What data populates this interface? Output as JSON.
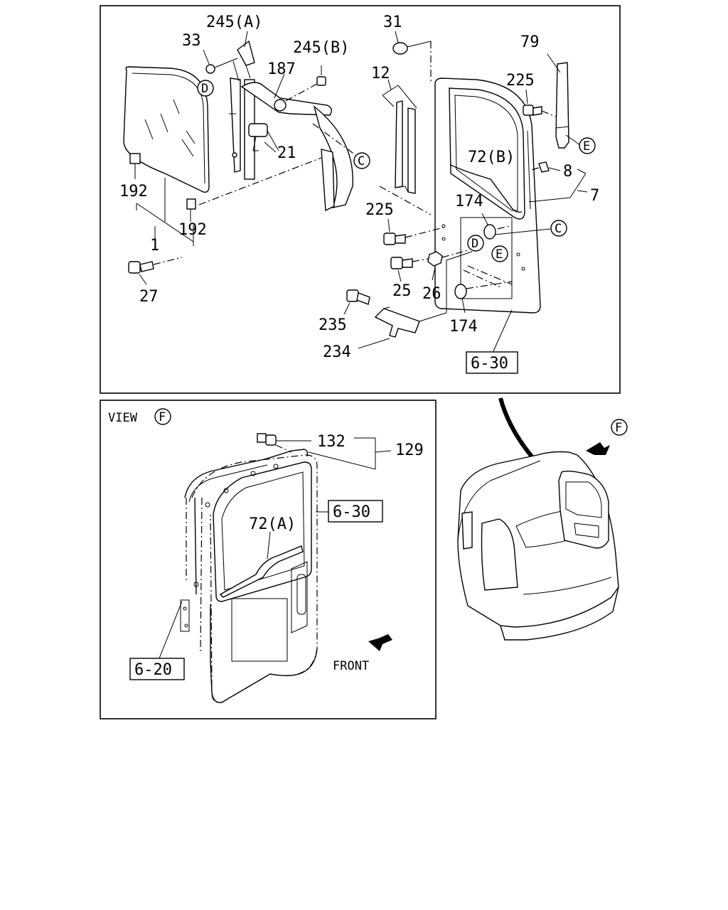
{
  "top_panel": {
    "labels": {
      "p245a": "245(A)",
      "p33": "33",
      "p245b": "245(B)",
      "p187": "187",
      "pD1": "D",
      "p21": "21",
      "pC1": "C",
      "p192a": "192",
      "p192b": "192",
      "p1": "1",
      "p27": "27",
      "p31": "31",
      "p12": "12",
      "p79": "79",
      "p225a": "225",
      "pE1": "E",
      "p72b": "72(B)",
      "p8": "8",
      "p7": "7",
      "p174a": "174",
      "p225b": "225",
      "pC2": "C",
      "pD2": "D",
      "pE2": "E",
      "p25": "25",
      "p26": "26",
      "p235": "235",
      "p174b": "174",
      "p234": "234",
      "ref630": "6-30"
    }
  },
  "view_panel": {
    "title": "VIEW",
    "title_mark": "F",
    "labels": {
      "p132": "132",
      "p129": "129",
      "ref630": "6-30",
      "p72a": "72(A)",
      "ref620": "6-20",
      "front": "FRONT"
    }
  },
  "cab_view": {
    "mark": "F"
  }
}
